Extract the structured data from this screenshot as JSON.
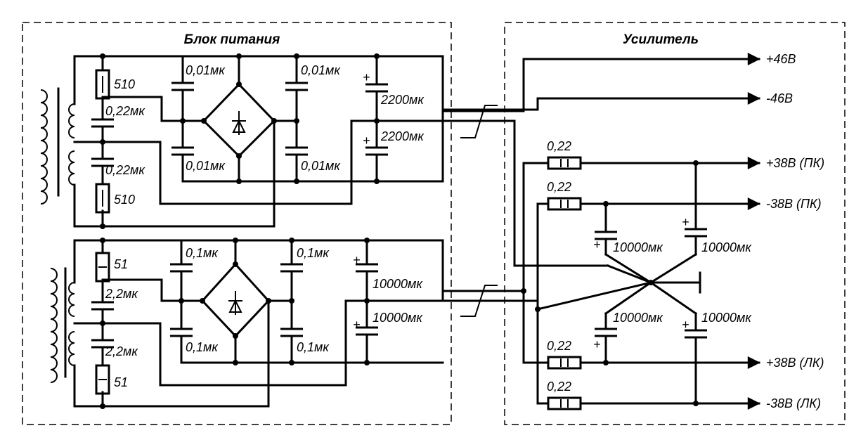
{
  "blocks": {
    "power_supply": "Блок питания",
    "amplifier": "Усилитель"
  },
  "upper_supply": {
    "r_top": "510",
    "c_top": "0,22мк",
    "c_bottom": "0,22мк",
    "r_bottom": "510",
    "bridge_c_top_left": "0,01мк",
    "bridge_c_top_right": "0,01мк",
    "bridge_c_bottom_left": "0,01мк",
    "bridge_c_bottom_right": "0,01мк",
    "filter_c_top": "2200мк",
    "filter_c_bottom": "2200мк"
  },
  "lower_supply": {
    "r_top": "51",
    "c_top": "2,2мк",
    "c_bottom": "2,2мк",
    "r_bottom": "51",
    "bridge_c_top_left": "0,1мк",
    "bridge_c_top_right": "0,1мк",
    "bridge_c_bottom_left": "0,1мк",
    "bridge_c_bottom_right": "0,1мк",
    "filter_c_top": "10000мк",
    "filter_c_bottom": "10000мк"
  },
  "amplifier": {
    "r_pk_pos": "0,22",
    "r_pk_neg": "0,22",
    "r_lk_pos": "0,22",
    "r_lk_neg": "0,22",
    "c_pk_neg": "10000мк",
    "c_pk_pos": "10000мк",
    "c_lk_pos": "10000мк",
    "c_lk_neg": "10000мк"
  },
  "outputs": {
    "v_pos46": "+46В",
    "v_neg46": "-46В",
    "v_pos38_pk": "+38В (ПК)",
    "v_neg38_pk": "-38В (ПК)",
    "v_pos38_lk": "+38В (ЛК)",
    "v_neg38_lk": "-38В (ЛК)"
  },
  "polarity": {
    "plus": "+"
  }
}
